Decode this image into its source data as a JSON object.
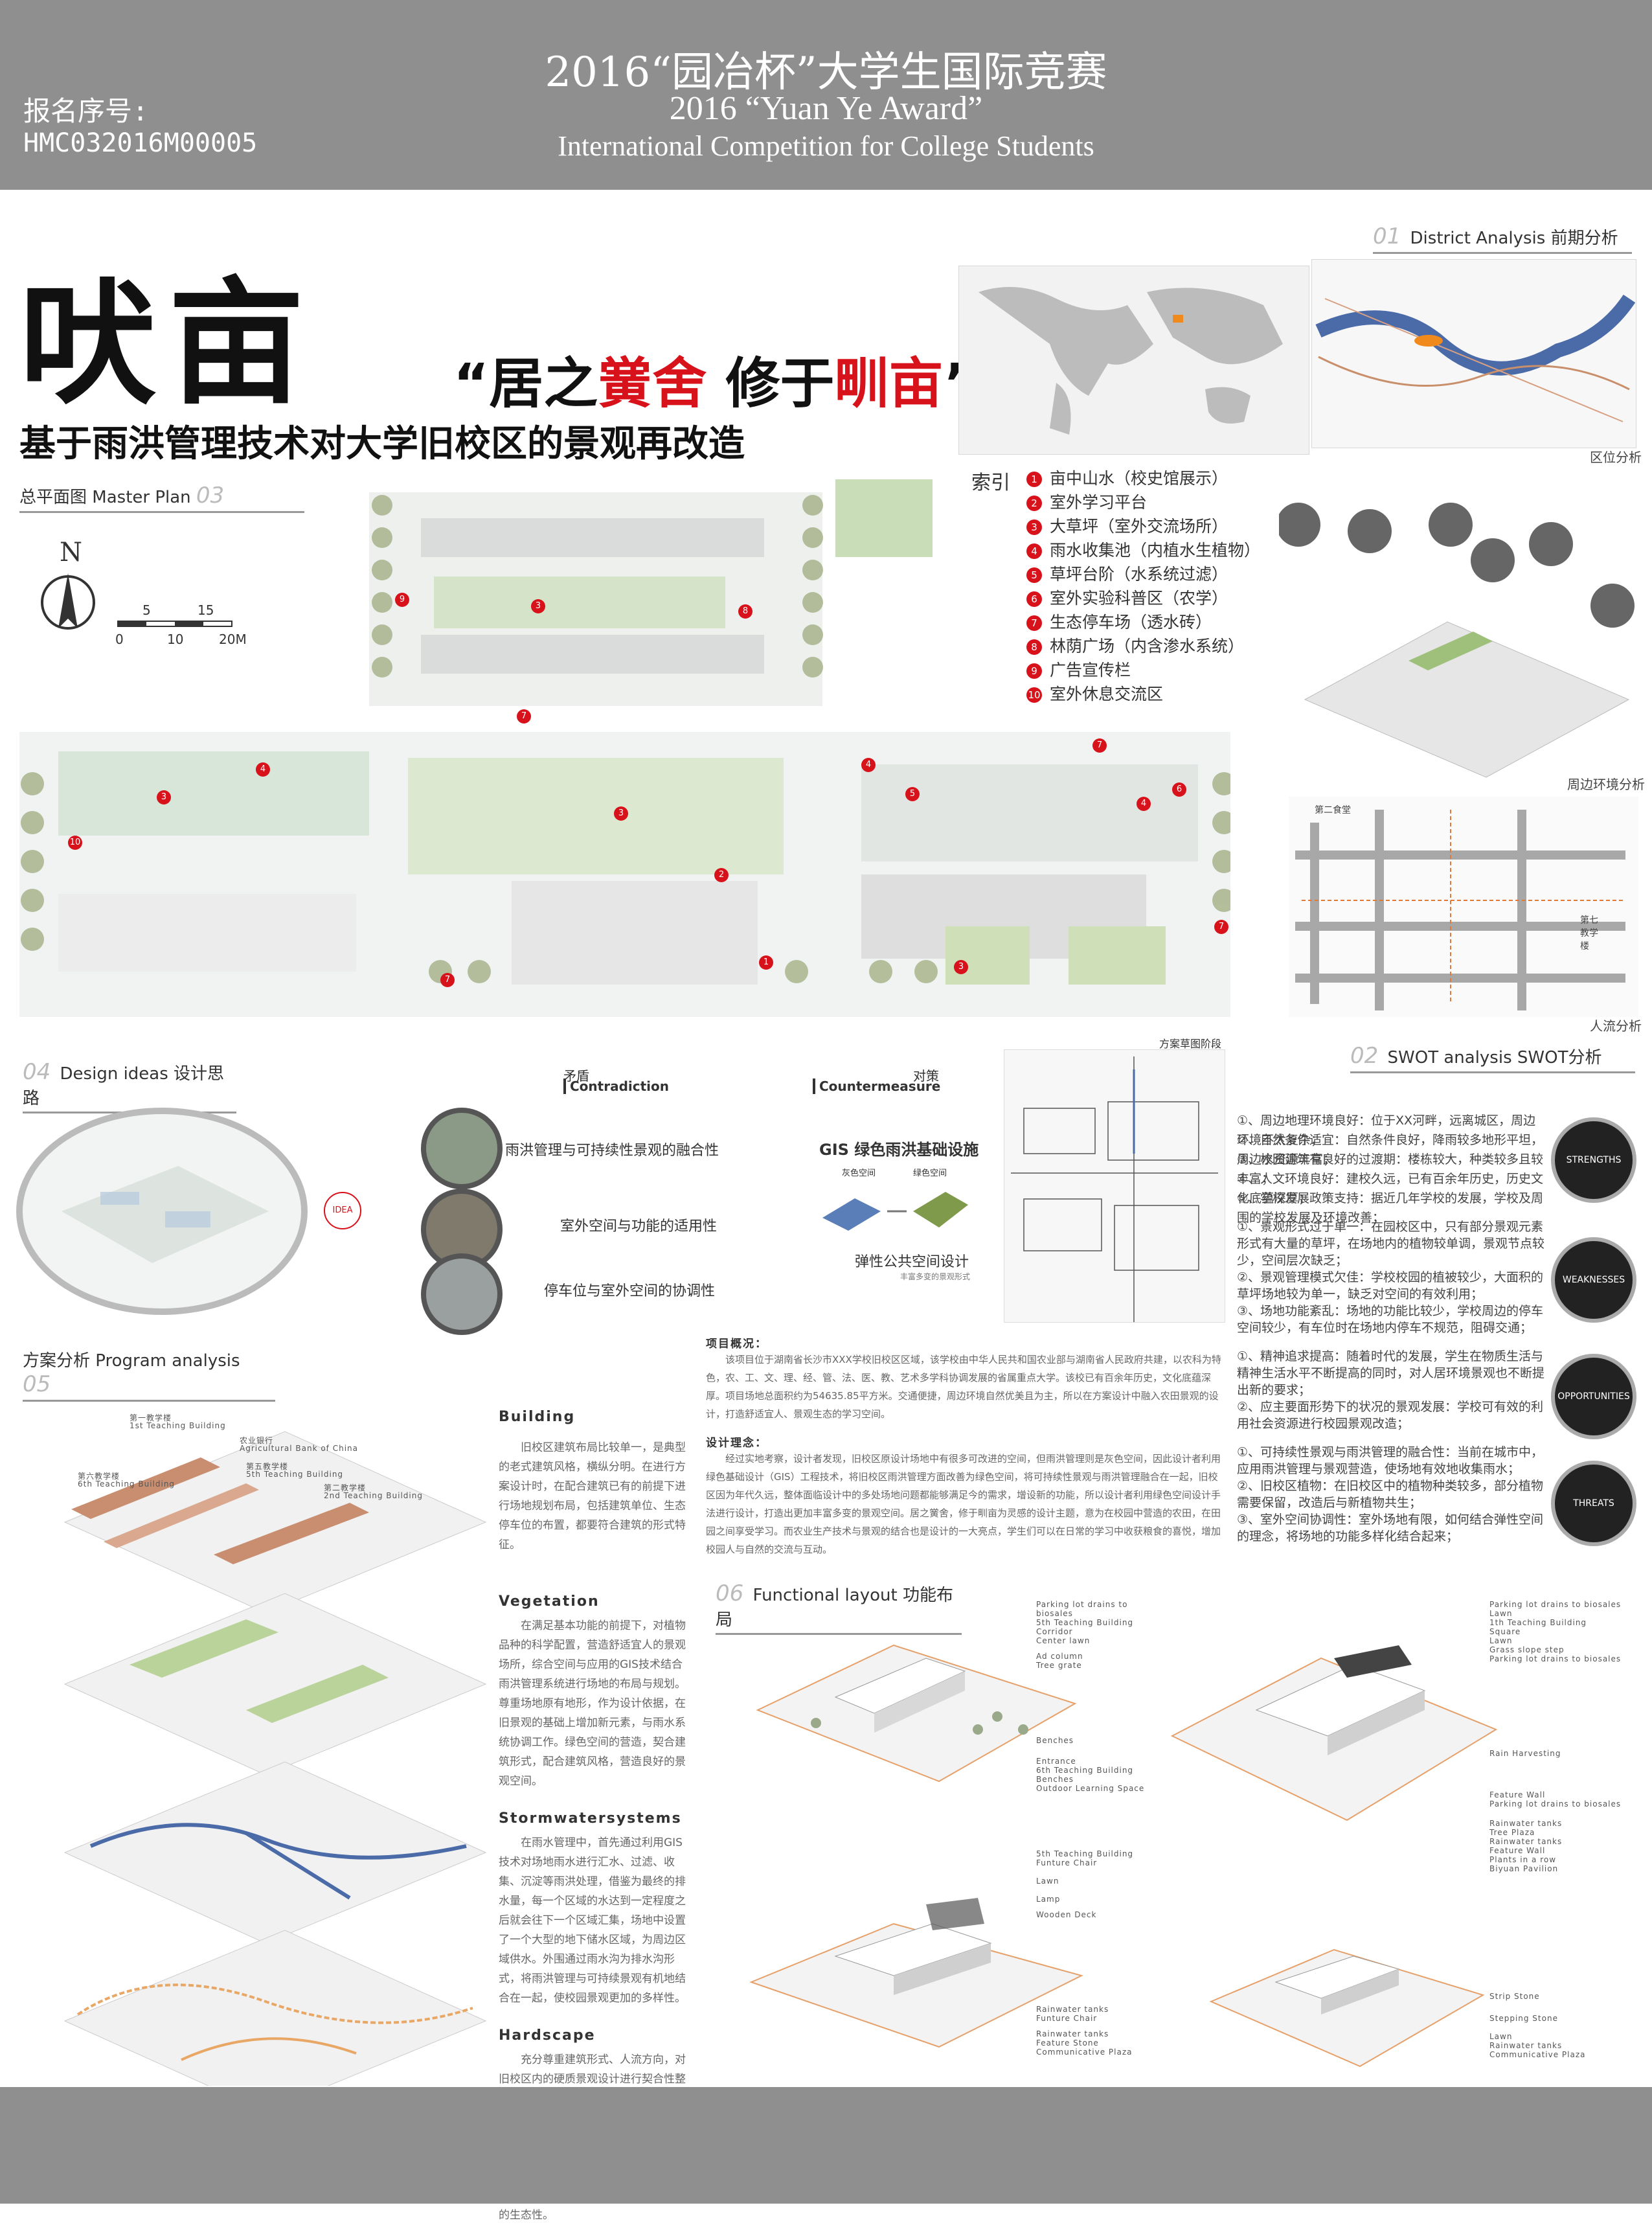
{
  "header": {
    "title_cn": "2016“园冶杯”大学生国际竞赛",
    "title_en": "2016 “Yuan Ye Award”",
    "title_en2": "International Competition for College Students",
    "reg_label": "报名序号:",
    "reg_code": "HMC032016M00005"
  },
  "poster": {
    "big_title": "吠亩",
    "slogan_q1": "“居之",
    "slogan_r1": "黉舍",
    "slogan_mid": "  修于",
    "slogan_r2": "甽亩",
    "slogan_q2": "”",
    "subtitle": "基于雨洪管理技术对大学旧校区的景观再改造"
  },
  "colors": {
    "accent_red": "#d8121b",
    "header_gray": "#8f8f8f"
  },
  "district": {
    "num": "01",
    "heading_en": "District Analysis",
    "heading_cn": "前期分析",
    "area_label": "区位分析",
    "surround_label": "周边环境分析",
    "flow_label": "人流分析",
    "road2": "第二食堂",
    "road3": "第七教学楼"
  },
  "master": {
    "num": "03",
    "heading_cn": "总平面图",
    "heading_en": "Master Plan",
    "north": "N",
    "scale": [
      "0",
      "5",
      "10",
      "15",
      "20M"
    ]
  },
  "legend": {
    "title": "索引",
    "items": [
      {
        "n": "1",
        "label": "亩中山水（校史馆展示）"
      },
      {
        "n": "2",
        "label": "室外学习平台"
      },
      {
        "n": "3",
        "label": "大草坪（室外交流场所）"
      },
      {
        "n": "4",
        "label": "雨水收集池（内植水生植物）"
      },
      {
        "n": "5",
        "label": "草坪台阶（水系统过滤）"
      },
      {
        "n": "6",
        "label": "室外实验科普区（农学）"
      },
      {
        "n": "7",
        "label": "生态停车场（透水砖）"
      },
      {
        "n": "8",
        "label": "林荫广场（内含渗水系统）"
      },
      {
        "n": "9",
        "label": "广告宣传栏"
      },
      {
        "n": "10",
        "label": "室外休息交流区"
      }
    ]
  },
  "ideas": {
    "num": "04",
    "heading_en": "Design ideas",
    "heading_cn": "设计思路",
    "contradiction_cn": "矛盾",
    "contradiction_en": "Contradiction",
    "counter_cn": "对策",
    "counter_en": "Countermeasure",
    "c1": "雨洪管理与可持续性景观的融合性",
    "c2": "室外空间与功能的适用性",
    "c3": "停车位与室外空间的协调性",
    "gis": "GIS 绿色雨洪基础设施",
    "gray": "灰色空间",
    "green": "绿色空间",
    "elastic": "弹性公共空间设计",
    "elastic_sub": "丰富多变的景观形式",
    "sketch": "方案草图阶段",
    "idea_mark": "IDEA"
  },
  "swot": {
    "num": "02",
    "heading": "SWOT analysis SWOT分析",
    "rows": [
      "①、周边地理环境良好：位于XX河畔，远离城区，周边环境不太复杂；",
      "②、自然条件适宜：自然条件良好，降雨较多地形平坦，周边水资源丰富；",
      "③、校园建筑有良好的过渡期：楼栋较大，种类较多且较丰富；",
      "④、人文环境良好：建校久远，已有百余年历史，历史文化底蕴深厚；",
      "⑤、学校发展政策支持：据近几年学校的发展，学校及周围的学校发展及环境改善；",
      "①、景观形式过于单一：在园校区中，只有部分景观元素形式有大量的草坪，在场地内的植物较单调，景观节点较少，空间层次缺乏；",
      "②、景观管理模式欠佳：学校校园的植被较少，大面积的草坪场地较为单一，缺乏对空间的有效利用；",
      "③、场地功能紊乱：场地的功能比较少，学校周边的停车空间较少，有车位时在场地内停车不规范，阻碍交通；",
      "①、精神追求提高：随着时代的发展，学生在物质生活与精神生活水平不断提高的同时，对人居环境景观也不断提出新的要求；",
      "②、应主要面形势下的状况的景观发展：学校可有效的利用社会资源进行校园景观改造；",
      "①、可持续性景观与雨洪管理的融合性：当前在城市中，应用雨洪管理与景观营造，使场地有效地收集雨水；",
      "②、旧校区植物：在旧校区中的植物种类较多，部分植物需要保留，改造后与新植物共生；",
      "③、室外空间协调性：室外场地有限，如何结合弹性空间的理念，将场地的功能多样化结合起来；"
    ],
    "badges": [
      "STRENGTHS",
      "WEAKNESSES",
      "OPPORTUNITIES",
      "THREATS"
    ]
  },
  "program": {
    "num": "05",
    "heading_cn": "方案分析",
    "heading_en": "Program analysis",
    "building_h": "Building",
    "building_p": "旧校区建筑布局比较单一，是典型的老式建筑风格，横纵分明。在进行方案设计时，在配合建筑已有的前提下进行场地规划布局，包括建筑单位、生态停车位的布置，都要符合建筑的形式特征。",
    "vegetation_h": "Vegetation",
    "vegetation_p": "在满足基本功能的前提下，对植物品种的科学配置，营造舒适宜人的景观场所，综合空间与应用的GIS技术结合雨洪管理系统进行场地的布局与规划。尊重场地原有地形，作为设计依据，在旧景观的基础上增加新元素，与雨水系统协调工作。绿色空间的营造，契合建筑形式，配合建筑风格，营造良好的景观空间。",
    "storm_h": "Stormwatersystems",
    "storm_p": "在雨水管理中，首先通过利用GIS技术对场地雨水进行汇水、过滤、收集、沉淀等雨洪处理，借鉴为最终的排水量，每一个区域的水达到一定程度之后就会往下一个区域汇集，场地中设置了一个大型的地下储水区域，为周边区域供水。外围通过雨水沟为排水沟形式，将雨洪管理与可持续景观有机地结合在一起，使校园景观更加的多样性。",
    "hard_h": "Hardscape",
    "hard_p": "充分尊重建筑形式、人流方向，对旧校区内的硬质景观设计进行契合性整体规划。室外交流学习场所包括建筑前面的广场，营造适合学生交流学习的场地，充分了解学生的真实需求进行设计，结合场地的设计，使校园景观变得更加丰富多变，为学生营造更加丰富的室外空间，在完善场地的同时关注建筑的生态性。",
    "iso_labels": [
      "第一教学楼",
      "1st Teaching Building",
      "农业银行",
      "Agricultural Bank of China",
      "第六教学楼",
      "6th Teaching Building",
      "第二教学楼",
      "2nd Teaching Building",
      "第五教学楼",
      "5th Teaching Building"
    ]
  },
  "overview": {
    "h1": "项目概况：",
    "p1": "该项目位于湖南省长沙市XXX学校旧校区区域，该学校由中华人民共和国农业部与湖南省人民政府共建，以农科为特色，农、工、文、理、经、管、法、医、教、艺术多学科协调发展的省属重点大学。该校已有百余年历史，文化底蕴深厚。项目场地总面积约为54635.85平方米。交通便捷，周边环境自然优美且为主，所以在方案设计中融入农田景观的设计，打造舒适宜人、景观生态的学习空间。",
    "h2": "设计理念：",
    "p2": "经过实地考察，设计者发现，旧校区原设计场地中有很多可改进的空间，但雨洪管理则是灰色空间，因此设计者利用绿色基础设计（GIS）工程技术，将旧校区雨洪管理方面改善为绿色空间，将可持续性景观与雨洪管理融合在一起，旧校区因为年代久远，整体面临设计中的多处场地问题都能够满足今的需求，增设新的功能，所以设计者利用绿色空间设计手法进行设计，打造出更加丰富多变的景观空间。居之黉舍，修于甽亩为灵感的设计主题，意为在校园中营造的农田，在田园之间享受学习。而农业生产技术与景观的结合也是设计的一大亮点，学生们可以在日常的学习中收获粮食的喜悦，增加校园人与自然的交流与互动。"
  },
  "functional": {
    "num": "06",
    "heading_en": "Functional layout",
    "heading_cn": "功能布局",
    "labels_a": [
      "Parking lot drains to biosales",
      "5th Teaching Building",
      "Corridor",
      "Center lawn",
      "Ad column",
      "Tree grate",
      "Benches",
      "Entrance",
      "6th Teaching Building",
      "Benches",
      "Outdoor Learning Space"
    ],
    "labels_b": [
      "Parking lot drains to biosales",
      "Lawn",
      "1th Teaching Building",
      "Square",
      "Lawn",
      "Grass slope step",
      "Parking lot drains to biosales",
      "Rain Harvesting",
      "Feature Wall",
      "Parking lot drains to biosales",
      "Rainwater tanks",
      "Tree Plaza",
      "Rainwater tanks",
      "Feature Wall",
      "Plants in a row",
      "Biyuan Pavilion"
    ],
    "labels_c": [
      "5th Teaching Building",
      "Funture Chair",
      "Lawn",
      "Lamp",
      "Wooden Deck",
      "Rainwater tanks",
      "Funture Chair",
      "Rainwater tanks",
      "Feature Stone",
      "Communicative Plaza"
    ],
    "labels_d": [
      "Strip Stone",
      "Stepping Stone",
      "Lawn",
      "Rainwater tanks",
      "Communicative Plaza"
    ]
  }
}
